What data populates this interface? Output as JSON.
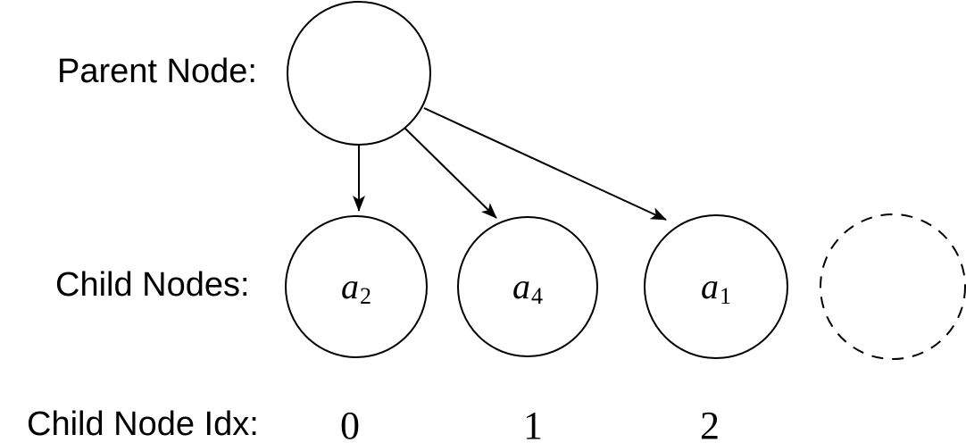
{
  "diagram": {
    "background_color": "#ffffff",
    "stroke_color": "#000000",
    "row_labels": {
      "parent": "Parent Node:",
      "children": "Child Nodes:",
      "index": "Child Node Idx:"
    },
    "parent_node": {
      "label": ""
    },
    "child_nodes": [
      {
        "var": "a",
        "sub": "2",
        "index": "0"
      },
      {
        "var": "a",
        "sub": "4",
        "index": "1"
      },
      {
        "var": "a",
        "sub": "1",
        "index": "2"
      }
    ],
    "placeholder_node": {
      "border_style": "dashed",
      "label": ""
    }
  }
}
